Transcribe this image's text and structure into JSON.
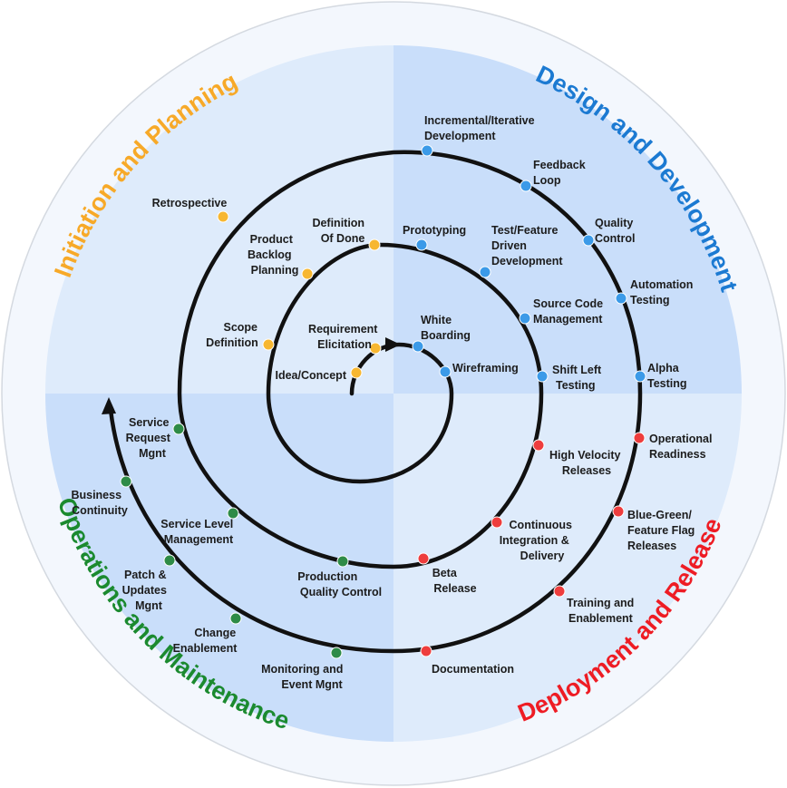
{
  "phases": {
    "initiation": {
      "title": "Initiation and Planning",
      "color": "#f7a928"
    },
    "design": {
      "title": "Design and Development",
      "color": "#1c7ad2"
    },
    "deployment": {
      "title": "Deployment and Release",
      "color": "#ee1c24"
    },
    "operations": {
      "title": "Operations and Maintenance",
      "color": "#1b8a2f"
    }
  },
  "colors": {
    "outer_ring": "#f3f7fd",
    "quad_light": "#deebfb",
    "quad_dark": "#c9defa",
    "spiral": "#111111",
    "node_yellow": "#f7b731",
    "node_blue": "#3b9ae8",
    "node_red": "#ee3d3d",
    "node_green": "#2e8b47"
  },
  "labels": {
    "idea": [
      "Idea/Concept"
    ],
    "requirement": [
      "Requirement",
      "Elicitation"
    ],
    "white_boarding": [
      "White",
      "Boarding"
    ],
    "wireframing": [
      "Wireframing"
    ],
    "scope": [
      "Scope",
      "Definition"
    ],
    "product_backlog": [
      "Product",
      "Backlog",
      "Planning"
    ],
    "definition_done": [
      "Definition",
      "Of Done"
    ],
    "prototyping": [
      "Prototyping"
    ],
    "test_feature": [
      "Test/Feature",
      "Driven",
      "Development"
    ],
    "source_code": [
      "Source Code",
      "Management"
    ],
    "shift_left": [
      "Shift Left",
      "Testing"
    ],
    "high_velocity": [
      "High Velocity",
      "Releases"
    ],
    "continuous_integration": [
      "Continuous",
      "Integration &",
      "Delivery"
    ],
    "beta_release": [
      "Beta",
      "Release"
    ],
    "production_qc": [
      "Production",
      "Quality Control"
    ],
    "service_level": [
      "Service Level",
      "Management"
    ],
    "service_request": [
      "Service",
      "Request",
      "Mgnt"
    ],
    "retrospective": [
      "Retrospective"
    ],
    "incremental": [
      "Incremental/Iterative",
      "Development"
    ],
    "feedback_loop": [
      "Feedback",
      "Loop"
    ],
    "quality_control": [
      "Quality",
      "Control"
    ],
    "automation_testing": [
      "Automation",
      "Testing"
    ],
    "alpha_testing": [
      "Alpha",
      "Testing"
    ],
    "operational_readiness": [
      "Operational",
      "Readiness"
    ],
    "blue_green": [
      "Blue-Green/",
      "Feature Flag",
      "Releases"
    ],
    "training": [
      "Training and",
      "Enablement"
    ],
    "documentation": [
      "Documentation"
    ],
    "monitoring": [
      "Monitoring and",
      "Event Mgnt"
    ],
    "change_enablement": [
      "Change",
      "Enablement"
    ],
    "patch_updates": [
      "Patch &",
      "Updates",
      "Mgnt"
    ],
    "business_continuity": [
      "Business",
      "Continuity"
    ]
  }
}
